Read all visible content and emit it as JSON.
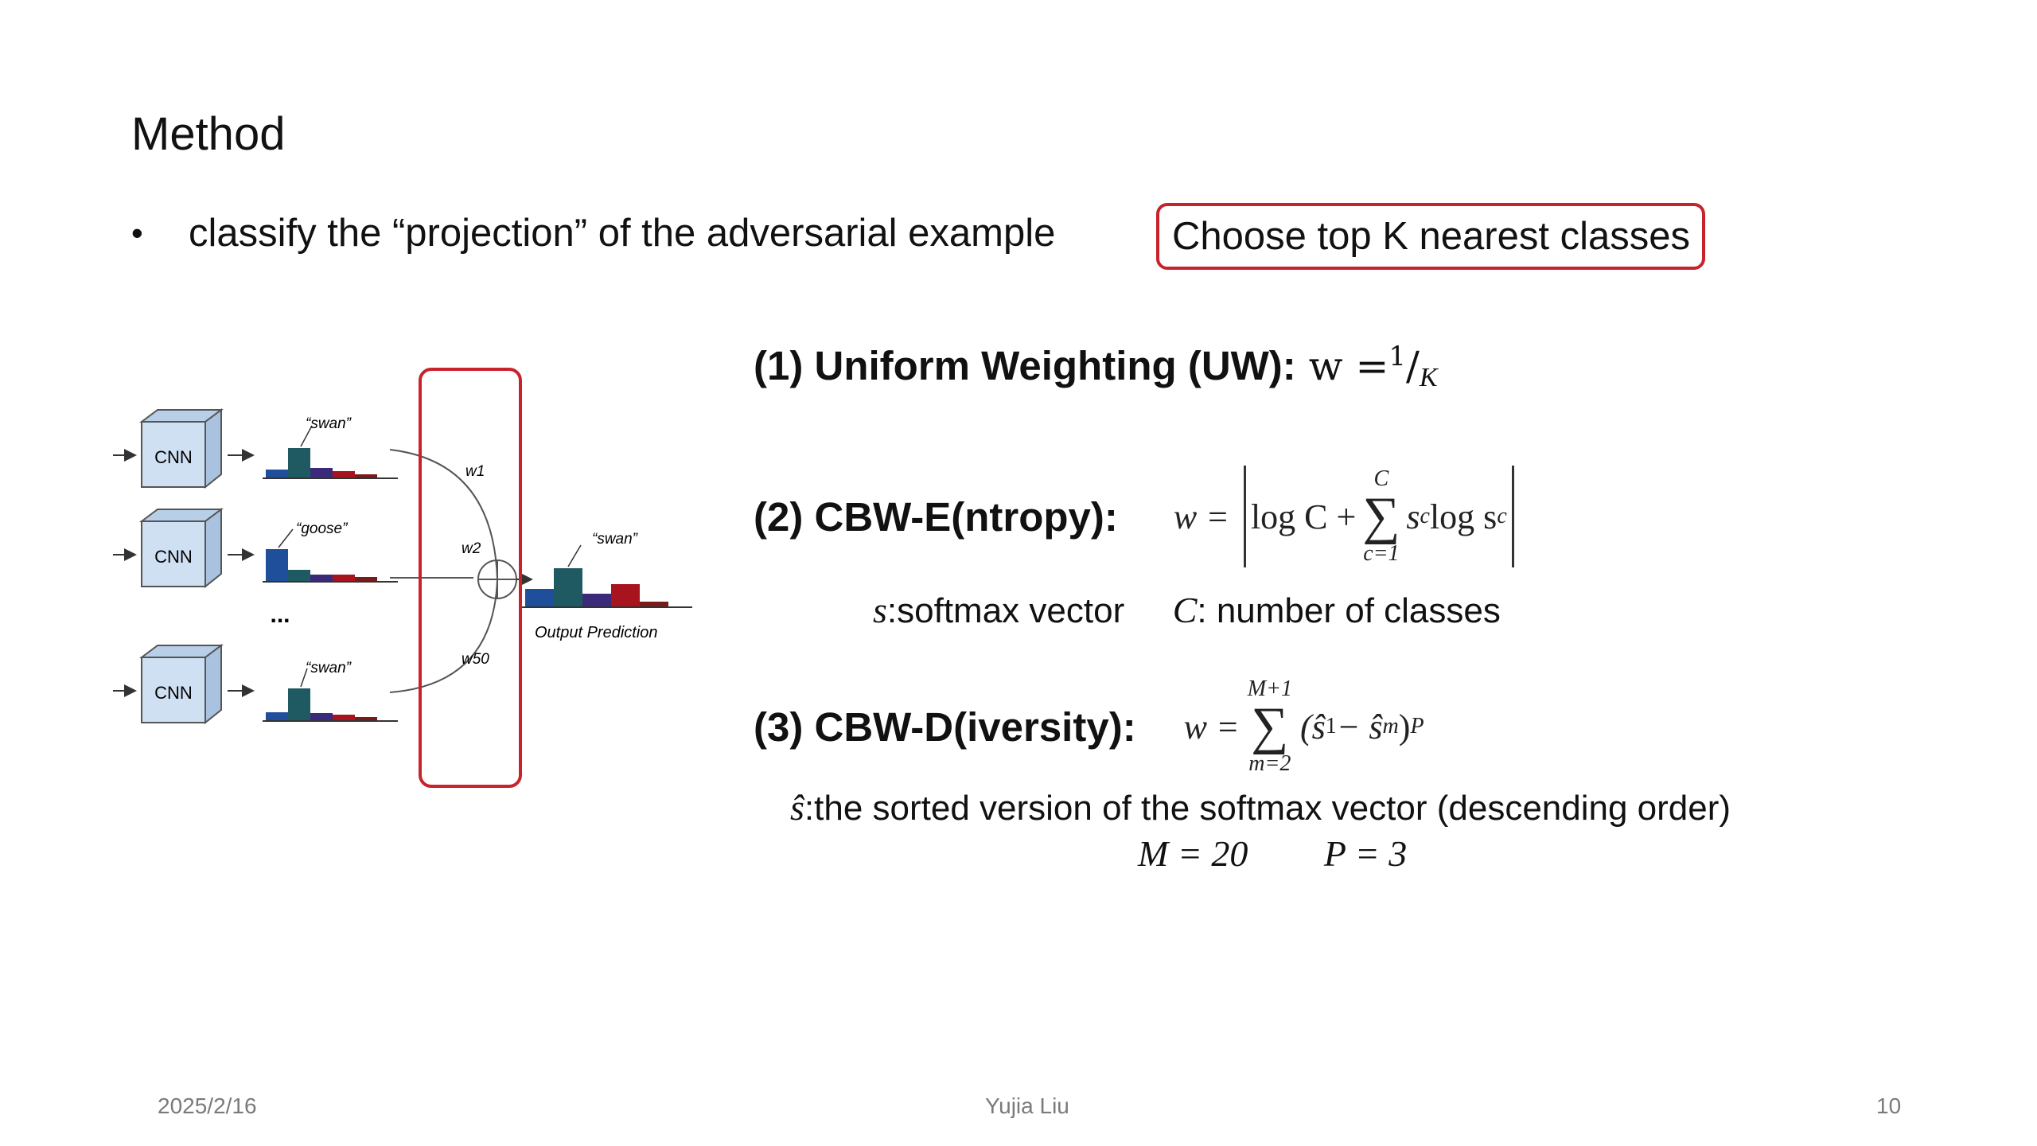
{
  "slide": {
    "title": "Method",
    "bullet_symbol": "•",
    "bullet_text": "classify the “projection” of the adversarial example",
    "topk_box": "Choose top K nearest classes"
  },
  "diagram": {
    "cnn_label": "CNN",
    "top_label": "“swan”",
    "mid_label": "“goose”",
    "bottom_label": "“swan”",
    "ellipsis": "...",
    "w1": "w1",
    "w2": "w2",
    "w50": "w50",
    "output_label": "“swan”",
    "output_caption": "Output Prediction",
    "colors": {
      "teal": "#1f5a63",
      "blue": "#1f4f9b",
      "purple": "#3b2a7a",
      "red": "#a8141e",
      "darkred": "#7a1a1a",
      "box_red": "#c8232c",
      "cube": "#cfe0f3"
    }
  },
  "methods": {
    "uw": {
      "label": "(1) Uniform Weighting (UW)",
      "colon": ":",
      "formula_lhs": "w = ",
      "numerator": "1",
      "slash": "/",
      "denominator": "K"
    },
    "cbw_e": {
      "label": "(2) CBW-E(ntropy)",
      "colon": ":",
      "lhs": "w =",
      "log_c": "log C +",
      "sum_top": "C",
      "sum_bottom": "c=1",
      "sum_symbol": "∑",
      "term": "s",
      "sub_c": "c",
      "log_word": " log s"
    },
    "defs": {
      "s_symbol": "s",
      "s_text": ":softmax vector",
      "c_symbol": "C",
      "c_text": ": number of classes"
    },
    "cbw_d": {
      "label": "(3) CBW-D(iversity)",
      "colon": ":",
      "lhs": "w =",
      "sum_top": "M+1",
      "sum_bottom": "m=2",
      "sum_symbol": "∑",
      "term": "(ŝ",
      "sub_1": "1",
      "minus": " − ŝ",
      "sub_m": "m",
      "close": ")",
      "power": "P"
    },
    "sorted_def": {
      "symbol": "ŝ",
      "text": ":the sorted version of the softmax vector (descending order)"
    },
    "params": {
      "m": "M = 20",
      "p": "P = 3"
    }
  },
  "footer": {
    "date": "2025/2/16",
    "author": "Yujia Liu",
    "page": "10"
  }
}
